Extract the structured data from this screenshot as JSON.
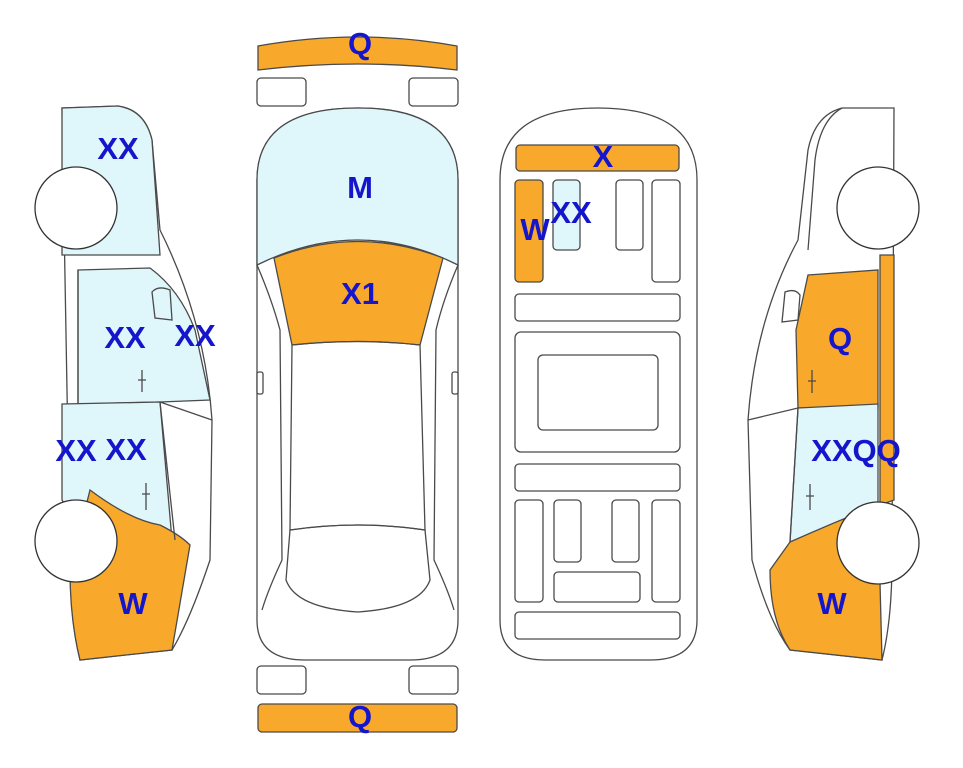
{
  "colors": {
    "damaged_panel": "#f8a92b",
    "glass_panel": "#dff6fb",
    "code_text": "#1515cc",
    "outline": "#4a4a4a"
  },
  "labels": {
    "front_bumper": "Q",
    "rear_bumper": "Q",
    "windshield": "M",
    "hood": "X1",
    "roof_front": "X",
    "roof_left": "W",
    "roof_glass": "XX",
    "left_upper": "XX",
    "left_door_front": "XX",
    "left_door_mirror": "XX",
    "left_door_rear_a": "XX",
    "left_door_rear_b": "XX",
    "left_fender": "W",
    "right_door_front": "Q",
    "right_door_rear": "XXQQ",
    "right_fender": "W"
  }
}
